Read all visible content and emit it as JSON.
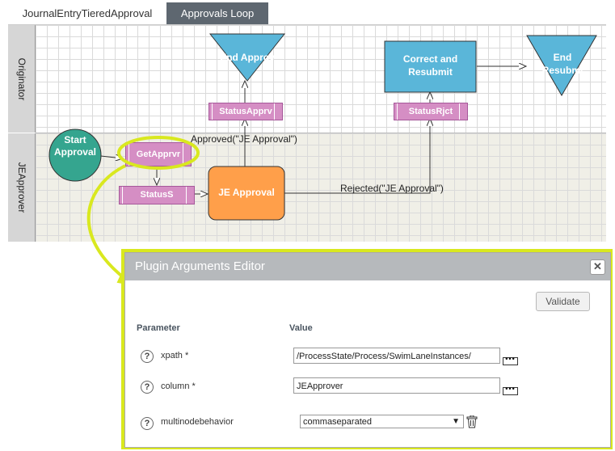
{
  "tabs": [
    {
      "label": "JournalEntryTieredApproval",
      "active": false
    },
    {
      "label": "Approvals Loop",
      "active": true
    }
  ],
  "lanes": {
    "originator": "Originator",
    "approver": "JEApprover"
  },
  "nodes": {
    "start": "Start\nApproval",
    "get_approver": "GetApprvr",
    "status_s": "StatusS",
    "je_approval": "JE Approval",
    "status_apprv": "StatusApprv",
    "end_approved": "End Approv",
    "status_rjct": "StatusRjct",
    "correct_resubmit": "Correct and\nResubmit",
    "end_resubmit": "End\nResubmi"
  },
  "flows": {
    "approved": "Approved(\"JE Approval\")",
    "rejected": "Rejected(\"JE Approval\")"
  },
  "colors": {
    "start": "#35a58f",
    "task": "#d58ec4",
    "je_approval": "#ff9f4a",
    "end": "#5ab6d9",
    "correct": "#5ab6d9",
    "highlight": "#d9e81f",
    "active_tab": "#5e6770"
  },
  "dialog": {
    "title": "Plugin Arguments Editor",
    "close_icon": "close-icon",
    "validate_label": "Validate",
    "col_parameter": "Parameter",
    "col_value": "Value",
    "help_glyph": "?",
    "params": [
      {
        "name": "xpath *",
        "value": "/ProcessState/Process/SwimLaneInstances/"
      },
      {
        "name": "column *",
        "value": "JEApprover"
      },
      {
        "name": "multinodebehavior",
        "value": "commaseparated"
      }
    ],
    "ellipsis": "•••"
  }
}
